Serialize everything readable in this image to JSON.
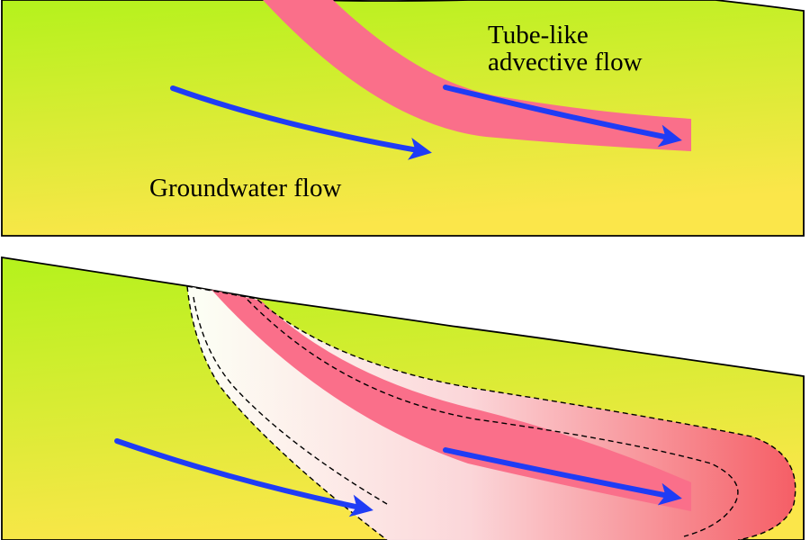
{
  "colors": {
    "ground_top": "#b4f21c",
    "ground_bottom": "#fbe64a",
    "plume_core": "#fa6f8a",
    "plume_halo_light": "#ffffff",
    "plume_halo_dark": "#f55c64",
    "arrow": "#1f3cf5",
    "outline": "#000000"
  },
  "top_panel": {
    "groundwater_label": "Groundwater flow",
    "advective_label_line1": "Tube-like",
    "advective_label_line2": "advective flow"
  },
  "icons": {
    "groundwater_arrow": "right-arrow-icon",
    "plume_arrow": "right-arrow-icon",
    "dispersion_boundary": "dashed-outline"
  }
}
